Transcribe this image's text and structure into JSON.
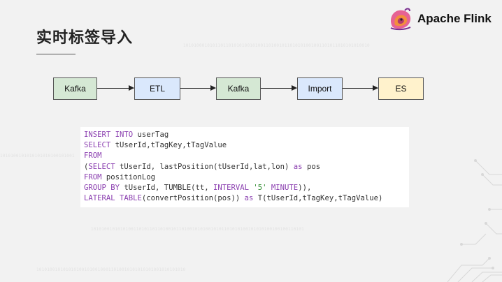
{
  "slide": {
    "title": "实时标签导入",
    "logo_text": "Apache Flink"
  },
  "flow": {
    "nodes": [
      {
        "label": "Kafka",
        "color": "#d5e8d4"
      },
      {
        "label": "ETL",
        "color": "#dae8fc"
      },
      {
        "label": "Kafka",
        "color": "#d5e8d4"
      },
      {
        "label": "Import",
        "color": "#dae8fc"
      },
      {
        "label": "ES",
        "color": "#fff2cc"
      }
    ]
  },
  "code": {
    "lines": [
      [
        {
          "t": "INSERT INTO",
          "k": "kw"
        },
        {
          "t": " userTag",
          "k": "n"
        }
      ],
      [
        {
          "t": "SELECT",
          "k": "kw"
        },
        {
          "t": " tUserId,tTagKey,tTagValue",
          "k": "n"
        }
      ],
      [
        {
          "t": "FROM",
          "k": "kw"
        }
      ],
      [
        {
          "t": "(",
          "k": "n"
        },
        {
          "t": "SELECT",
          "k": "kw"
        },
        {
          "t": " tUserId, lastPosition(tUserId,lat,lon) ",
          "k": "n"
        },
        {
          "t": "as",
          "k": "kw"
        },
        {
          "t": " pos",
          "k": "n"
        }
      ],
      [
        {
          "t": "FROM",
          "k": "kw"
        },
        {
          "t": " positionLog",
          "k": "n"
        }
      ],
      [
        {
          "t": "GROUP BY",
          "k": "kw"
        },
        {
          "t": " tUserId, TUMBLE(tt, ",
          "k": "n"
        },
        {
          "t": "INTERVAL",
          "k": "kw"
        },
        {
          "t": " ",
          "k": "n"
        },
        {
          "t": "'5'",
          "k": "str"
        },
        {
          "t": " ",
          "k": "n"
        },
        {
          "t": "MINUTE",
          "k": "kw"
        },
        {
          "t": ")),",
          "k": "n"
        }
      ],
      [
        {
          "t": "LATERAL TABLE",
          "k": "kw"
        },
        {
          "t": "(convertPosition(pos)) ",
          "k": "n"
        },
        {
          "t": "as",
          "k": "kw"
        },
        {
          "t": " T(tUserId,tTagKey,tTagValue)",
          "k": "n"
        }
      ]
    ]
  },
  "background": {
    "binary_1": "1010100010101101101010100101001101001011010101001001101011010101010010",
    "binary_2": "1010100101010101010100101001",
    "binary_3": "10101001010101001101011011010010110100101010010101101010100101010100100100110101",
    "binary_4": "10101001010101010010100100011010010101010101001010101010"
  },
  "colors": {
    "kafka": "#d5e8d4",
    "processor": "#dae8fc",
    "sink": "#fff2cc",
    "keyword": "#8b3fb0",
    "string": "#2d8a2d"
  }
}
